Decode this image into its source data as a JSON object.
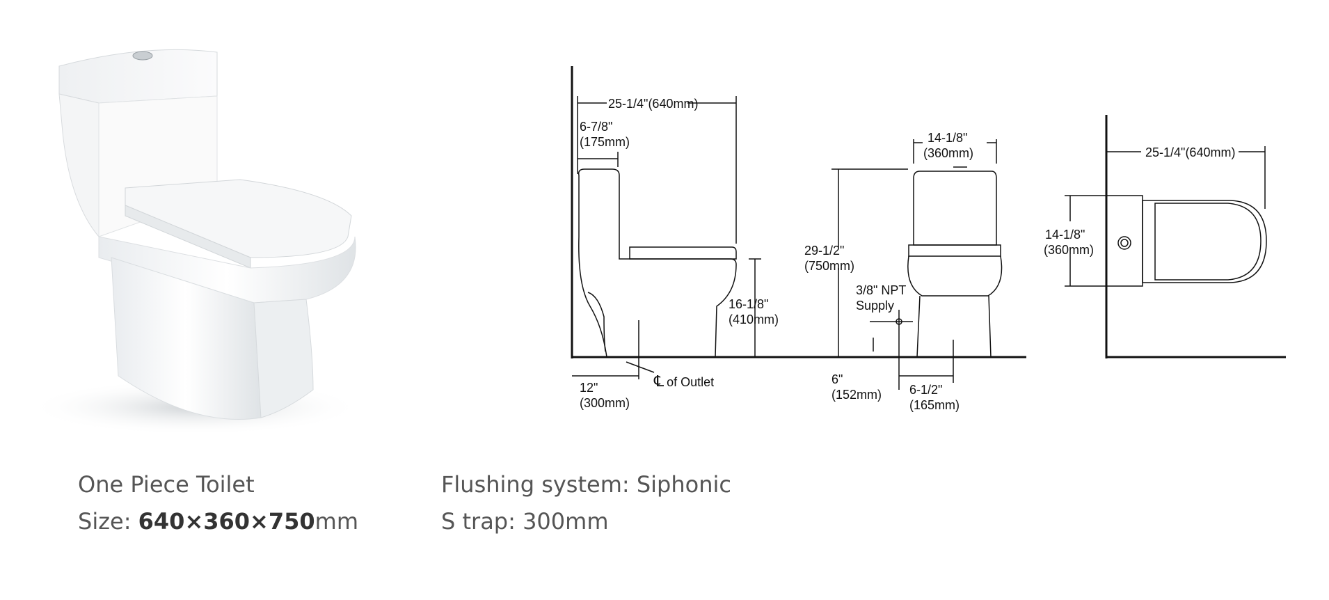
{
  "product": {
    "name": "One Piece Toilet",
    "size_label": "Size: ",
    "size_value": "640×360×750",
    "size_unit": "mm",
    "flushing": "Flushing system: Siphonic",
    "trap": "S trap: 300mm"
  },
  "dimensions": {
    "side_length_in": "25-1/4\"",
    "side_length_mm": "(640mm)",
    "tank_depth_in": "6-7/8\"",
    "tank_depth_mm": "(175mm)",
    "seat_height_in": "16-1/8\"",
    "seat_height_mm": "(410mm)",
    "outlet_in": "12\"",
    "outlet_mm": "(300mm)",
    "outlet_label": "of Outlet",
    "outlet_symbol": "℄",
    "front_width_in": "14-1/8\"",
    "front_width_mm": "(360mm)",
    "total_height_in": "29-1/2\"",
    "total_height_mm": "(750mm)",
    "supply_label_1": "3/8\" NPT",
    "supply_label_2": "Supply",
    "supply_height_in": "6\"",
    "supply_height_mm": "(152mm)",
    "supply_offset_in": "6-1/2\"",
    "supply_offset_mm": "(165mm)",
    "top_length_in": "25-1/4\"",
    "top_length_mm": "(640mm)",
    "top_width_in": "14-1/8\"",
    "top_width_mm": "(360mm)"
  },
  "colors": {
    "line": "#111111",
    "caption": "#555555"
  }
}
